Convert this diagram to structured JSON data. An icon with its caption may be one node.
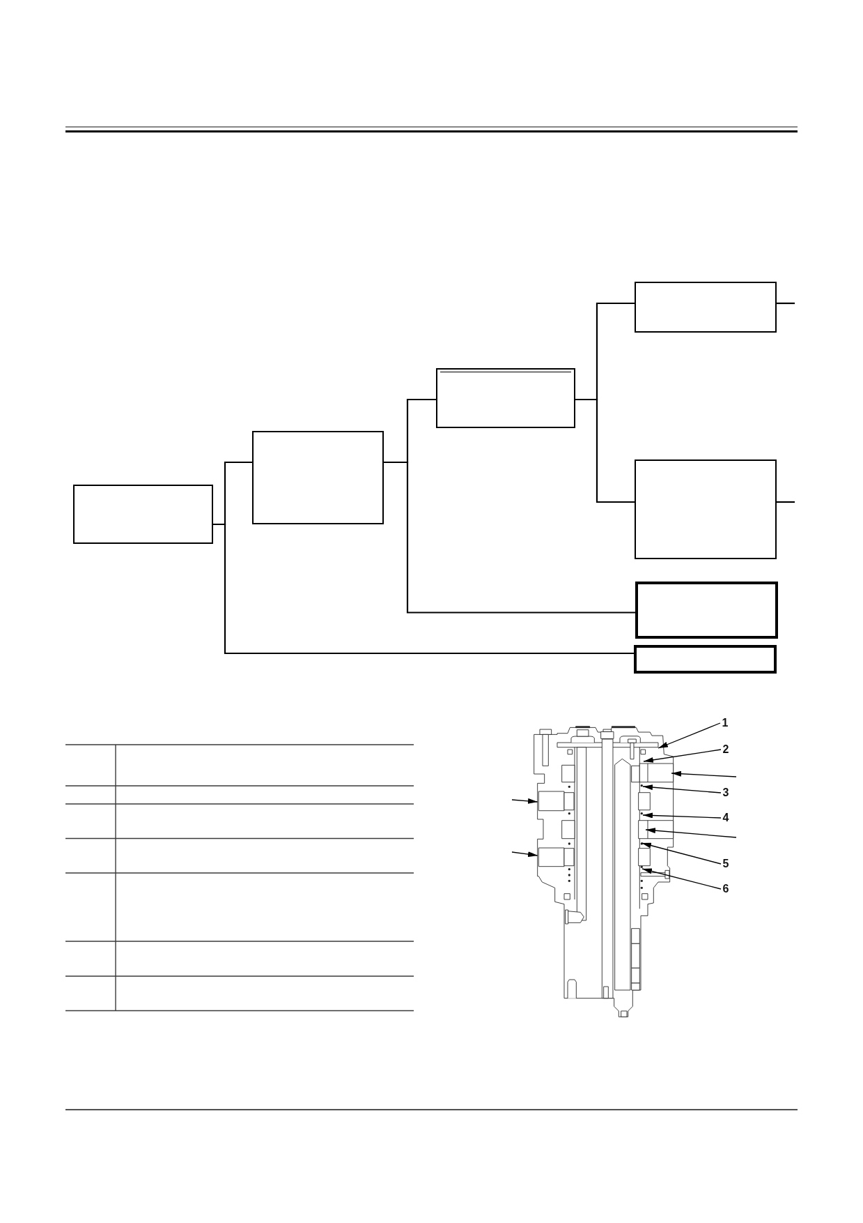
{
  "diagram": {
    "nodes": [
      {
        "text": [],
        "shape": "box"
      },
      {
        "text": [],
        "shape": "box"
      },
      {
        "text": [],
        "shape": "box"
      },
      {
        "text": [],
        "shape": "box"
      },
      {
        "text": [],
        "shape": "box"
      },
      {
        "text": [],
        "shape": "box"
      },
      {
        "text": [],
        "shape": "box"
      },
      {
        "text": [
          "1"
        ]
      },
      {
        "text": [
          "2"
        ]
      },
      {
        "text": [
          "3"
        ]
      },
      {
        "text": [
          "4"
        ]
      },
      {
        "text": [
          "5"
        ]
      },
      {
        "text": [
          "6"
        ]
      }
    ],
    "edges": [
      {
        "from": 0,
        "to": 1,
        "arrow": "none"
      },
      {
        "from": 0,
        "to": 6,
        "arrow": "none"
      },
      {
        "from": 1,
        "to": 2,
        "arrow": "none"
      },
      {
        "from": 1,
        "to": 5,
        "arrow": "none"
      },
      {
        "from": 2,
        "to": 3,
        "arrow": "none"
      },
      {
        "from": 2,
        "to": 4,
        "arrow": "none"
      },
      {
        "from": 3,
        "to": null,
        "arrow": "none"
      },
      {
        "from": 4,
        "to": null,
        "arrow": "none"
      },
      {
        "from": 7,
        "to": null,
        "arrow": "to"
      },
      {
        "from": 8,
        "to": null,
        "arrow": "to"
      },
      {
        "from": 9,
        "to": null,
        "arrow": "to"
      },
      {
        "from": 10,
        "to": null,
        "arrow": "to"
      },
      {
        "from": 11,
        "to": null,
        "arrow": "to"
      },
      {
        "from": 12,
        "to": null,
        "arrow": "to"
      }
    ]
  }
}
